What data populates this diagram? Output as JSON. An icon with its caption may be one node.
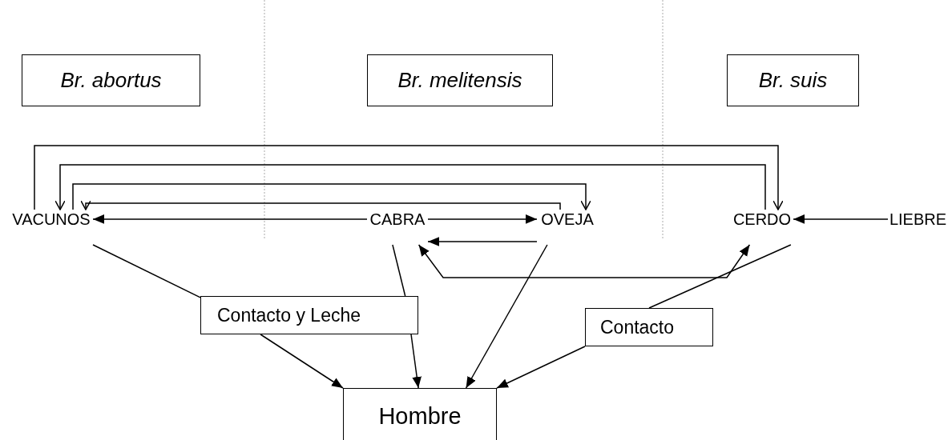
{
  "diagram": {
    "nodes": [
      {
        "text": [
          "Br. abortus"
        ]
      },
      {
        "text": [
          "Br. melitensis"
        ]
      },
      {
        "text": [
          "Br. suis"
        ]
      },
      {
        "text": [
          "VACUNOS"
        ]
      },
      {
        "text": [
          "CABRA"
        ]
      },
      {
        "text": [
          "OVEJA"
        ]
      },
      {
        "text": [
          "CERDO"
        ]
      },
      {
        "text": [
          "LIEBRE"
        ]
      },
      {
        "text": [
          "Contacto y Leche"
        ]
      },
      {
        "text": [
          "Contacto"
        ]
      },
      {
        "text": [
          "Hombre"
        ]
      }
    ],
    "edges": [
      {
        "from": 3,
        "to": 6,
        "arrow": "to"
      },
      {
        "from": 6,
        "to": 3,
        "arrow": "to"
      },
      {
        "from": 3,
        "to": 5,
        "arrow": "to"
      },
      {
        "from": 5,
        "to": 3,
        "arrow": "to"
      },
      {
        "from": 4,
        "to": 3,
        "arrow": "to"
      },
      {
        "from": 4,
        "to": 5,
        "arrow": "to"
      },
      {
        "from": 5,
        "to": 4,
        "arrow": "to"
      },
      {
        "from": 6,
        "to": 4,
        "arrow": "both"
      },
      {
        "from": 3,
        "to": 8,
        "arrow": "none"
      },
      {
        "from": 6,
        "to": 9,
        "arrow": "none"
      },
      {
        "from": 9,
        "to": 10,
        "arrow": "to"
      },
      {
        "from": 8,
        "to": 10,
        "arrow": "to"
      },
      {
        "from": 4,
        "to": 8,
        "arrow": "none"
      },
      {
        "from": 5,
        "to": 10,
        "arrow": "to"
      },
      {
        "from": 7,
        "to": 6,
        "arrow": "to"
      },
      {
        "from": 8,
        "to": 10,
        "arrow": "to"
      }
    ]
  }
}
